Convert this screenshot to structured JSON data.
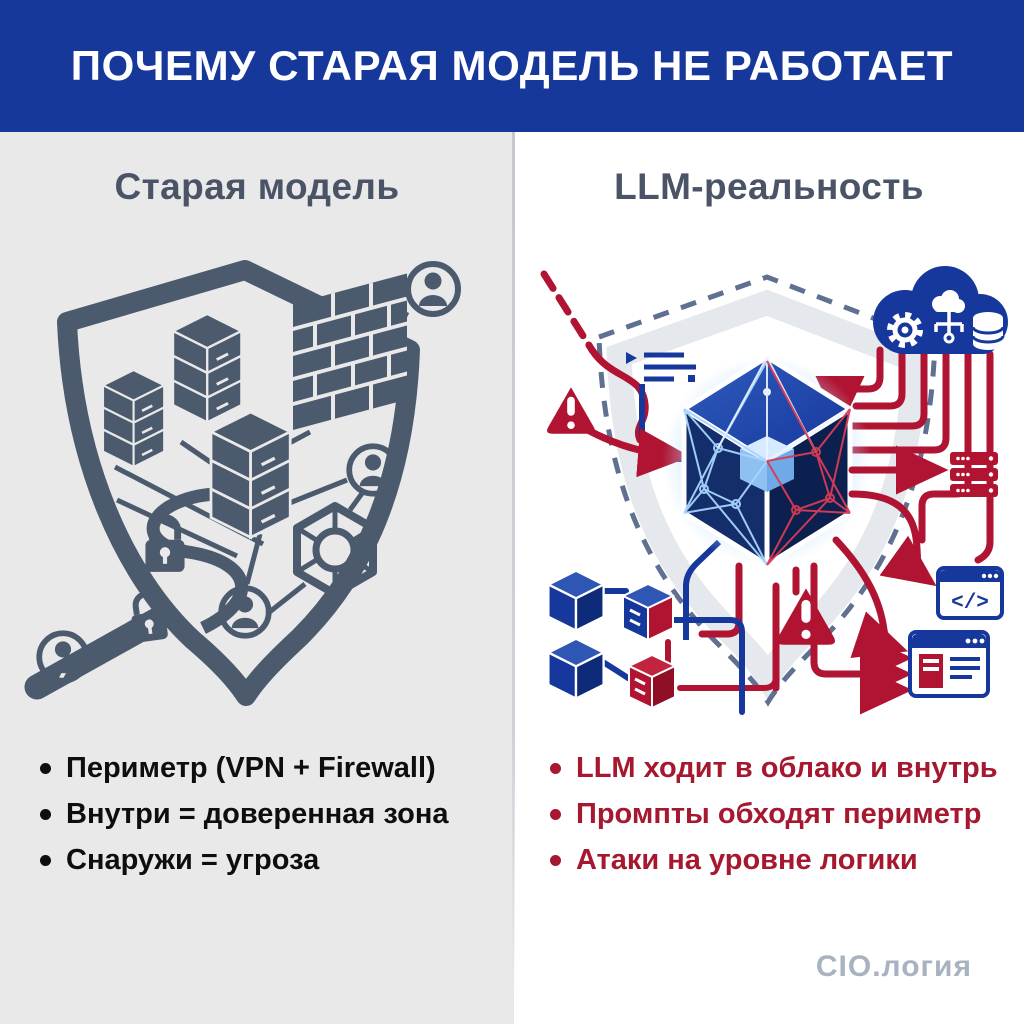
{
  "header": {
    "title": "ПОЧЕМУ СТАРАЯ МОДЕЛЬ НЕ РАБОТАЕТ"
  },
  "columns": {
    "left": {
      "heading": "Старая модель",
      "bullets": [
        "Периметр (VPN + Firewall)",
        "Внутри = доверенная зона",
        "Снаружи = угроза"
      ],
      "illustration_icons": [
        "shield-icon",
        "server-rack-icon",
        "firewall-brick-icon",
        "user-icon",
        "padlock-icon",
        "vpn-pipe-icon",
        "gem-icon"
      ]
    },
    "right": {
      "heading": "LLM-реальность",
      "bullets": [
        "LLM ходит в облако и внутрь",
        "Промпты обходят периметр",
        "Атаки на уровне логики"
      ],
      "illustration_icons": [
        "dashed-shield-icon",
        "ai-cube-icon",
        "cloud-icon",
        "gear-icon",
        "mini-cloud-network-icon",
        "database-icon",
        "warning-icon",
        "prompt-list-icon",
        "server-red-icon",
        "code-window-icon",
        "browser-window-icon",
        "data-cube-icon"
      ]
    }
  },
  "watermark": "CIO.логия",
  "colors": {
    "banner_blue": "#17389B",
    "accent_red": "#B01432",
    "slate": "#4C5A6D",
    "left_bg": "#E9E9EA",
    "heading": "#4A5466",
    "bullet_left": "#0E0E0E",
    "bullet_right": "#A6182F",
    "watermark": "#A9B2C0",
    "cube_navy": "#12306B",
    "glow_blue": "#BFE0FF"
  }
}
